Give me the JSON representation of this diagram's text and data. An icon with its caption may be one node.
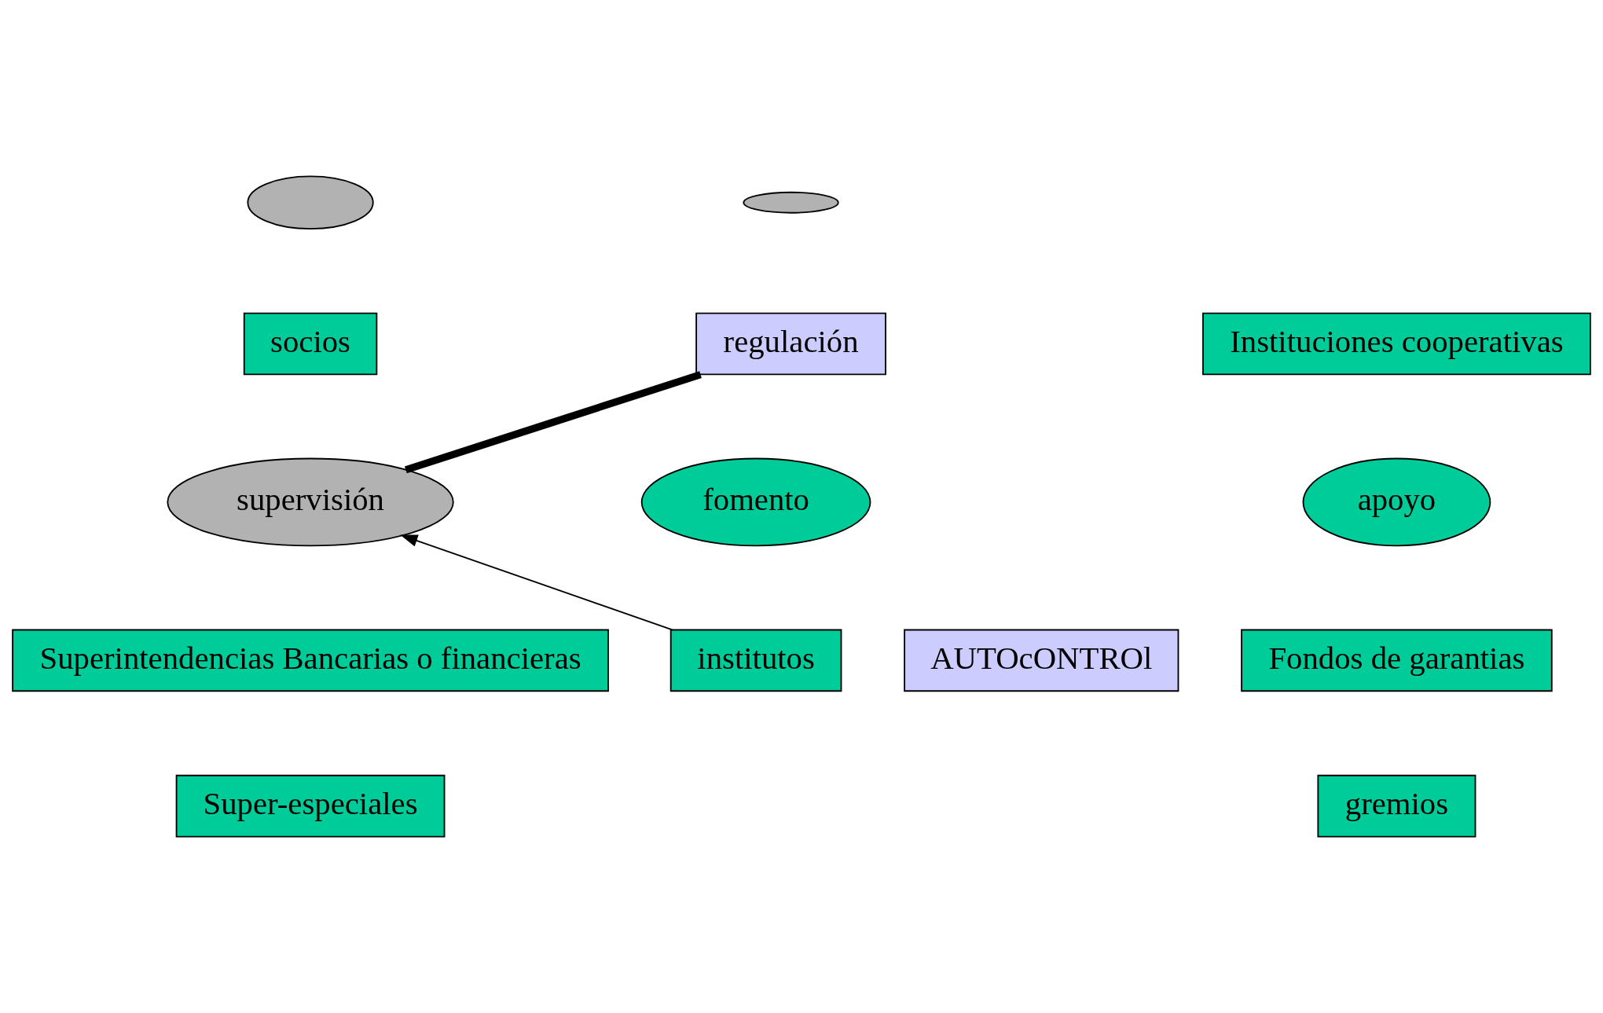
{
  "diagram": {
    "nodes": [
      {
        "text": [],
        "shape": "ellipse"
      },
      {
        "text": [],
        "shape": "ellipse"
      },
      {
        "text": [
          "regulación"
        ]
      },
      {
        "text": [
          "AUTOcONTROl"
        ]
      },
      {
        "text": [
          "socios"
        ]
      },
      {
        "text": [
          "Instituciones cooperativas"
        ]
      },
      {
        "text": [
          "supervisión"
        ]
      },
      {
        "text": [
          "apoyo"
        ]
      },
      {
        "text": [
          "fomento"
        ]
      },
      {
        "text": [
          "Superintendencias Bancarias o financieras"
        ]
      },
      {
        "text": [
          "Fondos de garantias"
        ]
      },
      {
        "text": [
          "institutos"
        ]
      },
      {
        "text": [
          "Super-especiales"
        ]
      },
      {
        "text": [
          "gremios"
        ]
      }
    ],
    "edges": [
      {
        "from": 11,
        "to": 6,
        "arrow": "to"
      },
      {
        "from": 6,
        "to": 2,
        "arrow": "none",
        "style": "thick"
      }
    ]
  }
}
